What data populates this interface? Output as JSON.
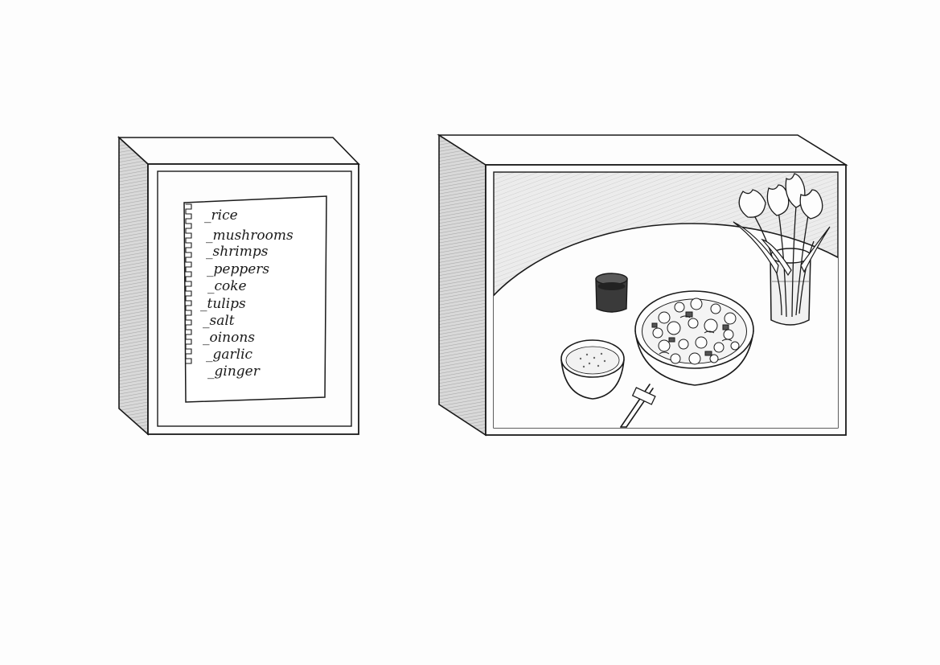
{
  "shopping_list": {
    "items": [
      "_rice",
      "_mushrooms",
      "_shrimps",
      "_peppers",
      "_coke",
      "_tulips",
      "_salt",
      "_oinons",
      "_garlic",
      "_ginger"
    ]
  },
  "icons": {
    "left_box": "shadow-box-with-list",
    "right_box": "shadow-box-with-table-scene",
    "vase": "tulip-vase-icon",
    "bowl": "stir-fry-bowl-icon",
    "rice": "rice-bowl-icon",
    "sauce": "soy-sauce-glass-icon",
    "chopsticks": "chopsticks-icon"
  },
  "colors": {
    "ink": "#1a1a1a",
    "paper": "#fdfdfd",
    "shade": "#c8c8c8",
    "back_wall": "#e6e6e6"
  }
}
